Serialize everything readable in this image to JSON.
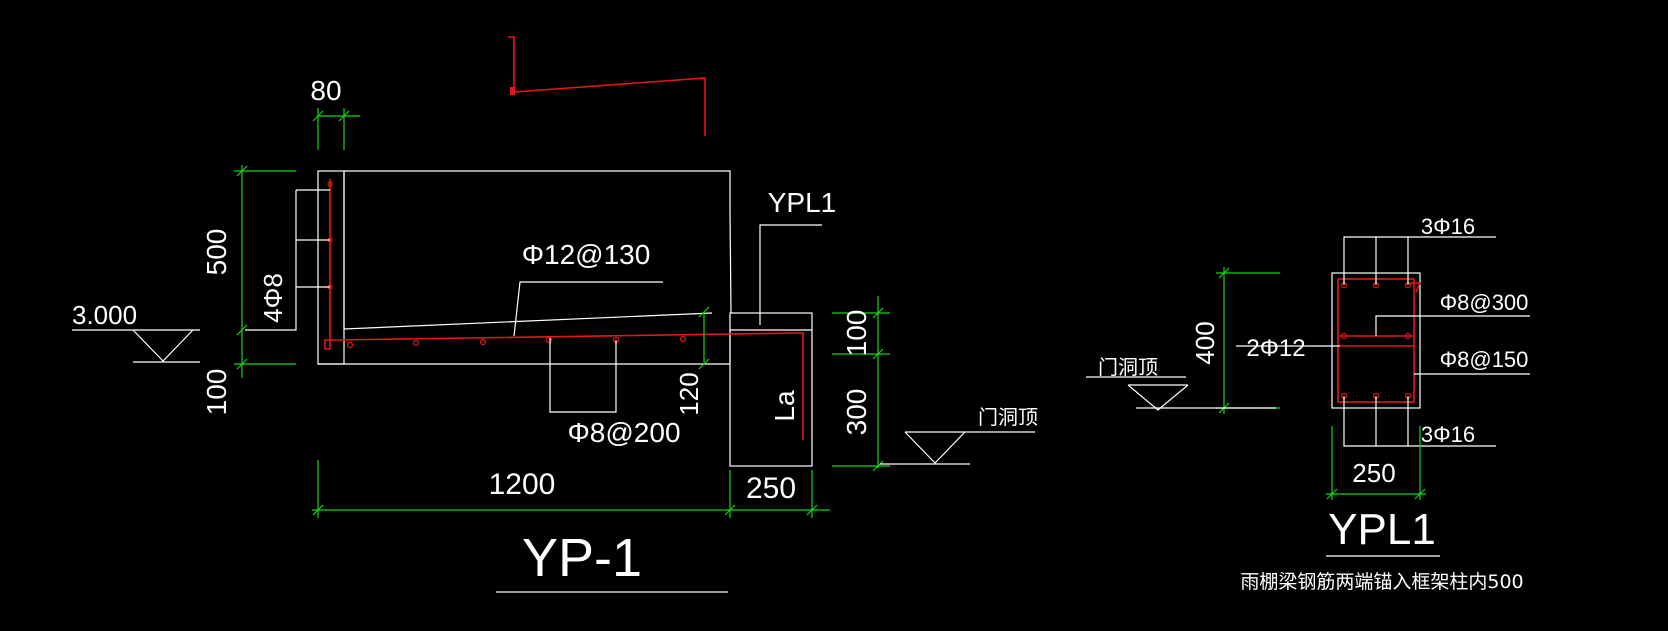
{
  "colors": {
    "background": "#000000",
    "outline": "#ffffff",
    "dimension": "#19d219",
    "rebar": "#e01818"
  },
  "yp1": {
    "title": "YP-1",
    "dim_top": "80",
    "dim_height": "500",
    "dim_below": "100",
    "dim_length": "1200",
    "dim_beam_width": "250",
    "dim_thickness": "120",
    "dim_beam_top": "100",
    "dim_beam_height": "300",
    "elevation": "3.000",
    "rebar_main": "Φ12@130",
    "rebar_dist": "Φ8@200",
    "rebar_wall": "4Φ8",
    "beam_label": "YPL1",
    "anchor_label": "La",
    "door_top_label": "门洞顶"
  },
  "ypl1": {
    "title": "YPL1",
    "top_bars": "3Φ16",
    "bottom_bars": "3Φ16",
    "side_bars": "2Φ12",
    "stirrup_outer": "Φ8@300",
    "stirrup_inner": "Φ8@150",
    "dim_height": "400",
    "dim_width": "250",
    "door_top_label": "门洞顶",
    "note": "雨棚梁钢筋两端锚入框架柱内500"
  }
}
